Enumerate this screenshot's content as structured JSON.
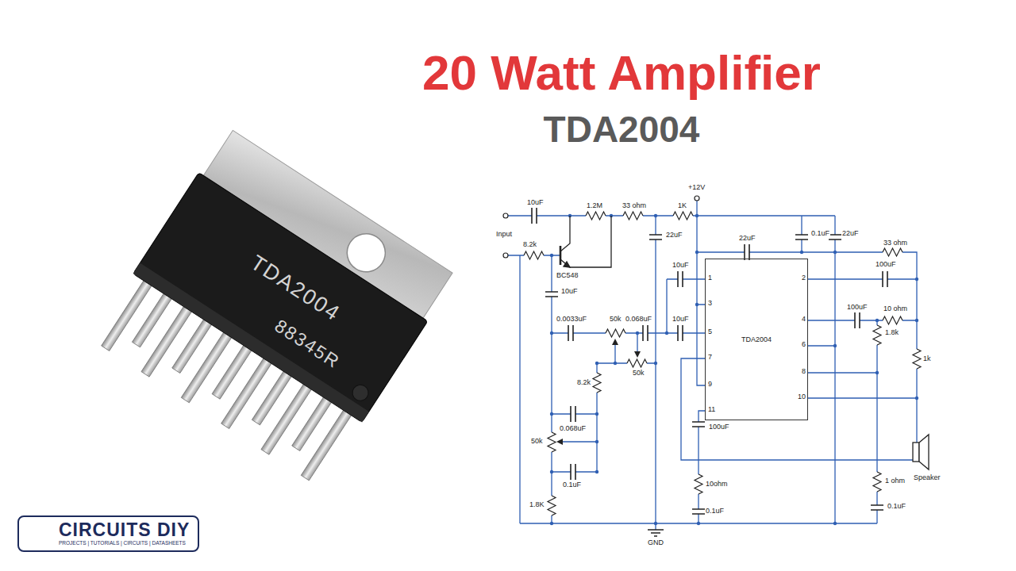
{
  "diagram": {
    "title": "20 Watt Amplifier",
    "nodes": [
      {
        "text": [
          "TDA2004"
        ]
      },
      {
        "text": [
          "CIRCUITS DIY",
          "PROJECTS | TUTORIALS | CIRCUITS | DATASHEETS"
        ]
      }
    ],
    "labels": [
      "TDA2004",
      "TDA2004",
      "88345R",
      "Input",
      "10uF",
      "1.2M",
      "33 ohm",
      "1K",
      "+12V",
      "22uF",
      "22uF",
      "0.1uF",
      "22uF",
      "33 ohm",
      "8.2k",
      "BC548",
      "10uF",
      "10uF",
      "1",
      "2",
      "100uF",
      "3",
      "4",
      "100uF",
      "10 ohm",
      "0.0033uF",
      "50k",
      "0.068uF",
      "10uF",
      "5",
      "1.8k",
      "6",
      "50k",
      "7",
      "1k",
      "8",
      "8.2k",
      "9",
      "10",
      "0.068uF",
      "11",
      "100uF",
      "50k",
      "Speaker",
      "0.1uF",
      "1 ohm",
      "10ohm",
      "1.8K",
      "0.1uF",
      "0.1uF",
      "GND"
    ]
  }
}
